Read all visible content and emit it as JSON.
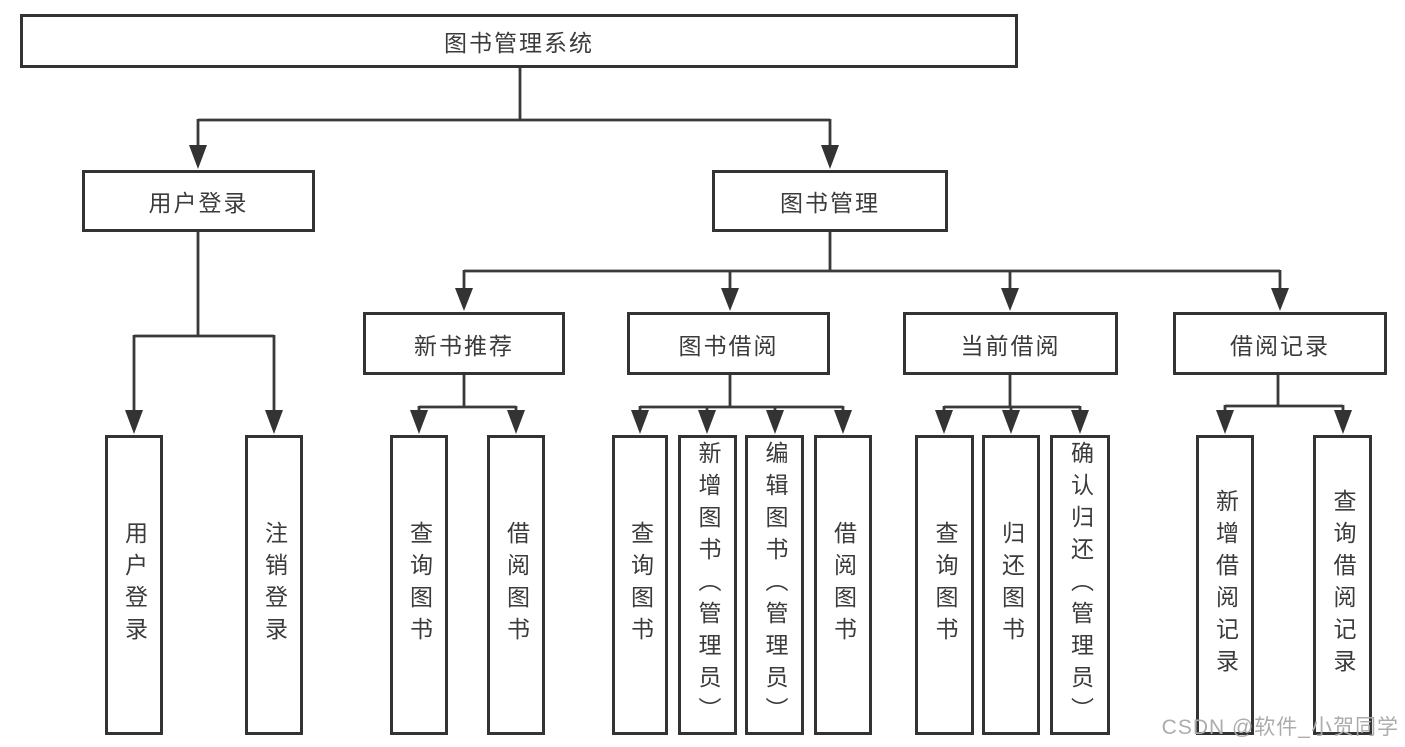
{
  "tree": {
    "root": {
      "label": "图书管理系统"
    },
    "branches": [
      {
        "label": "用户登录",
        "children": [
          {
            "label": "用户登录"
          },
          {
            "label": "注销登录"
          }
        ]
      },
      {
        "label": "图书管理",
        "children": [
          {
            "label": "新书推荐",
            "children": [
              {
                "label": "查询图书"
              },
              {
                "label": "借阅图书"
              }
            ]
          },
          {
            "label": "图书借阅",
            "children": [
              {
                "label": "查询图书"
              },
              {
                "label": "新增图书（管理员）"
              },
              {
                "label": "编辑图书（管理员）"
              },
              {
                "label": "借阅图书"
              }
            ]
          },
          {
            "label": "当前借阅",
            "children": [
              {
                "label": "查询图书"
              },
              {
                "label": "归还图书"
              },
              {
                "label": "确认归还（管理员）"
              }
            ]
          },
          {
            "label": "借阅记录",
            "children": [
              {
                "label": "新增借阅记录"
              },
              {
                "label": "查询借阅记录"
              }
            ]
          }
        ]
      }
    ]
  },
  "watermark": {
    "text": "CSDN @软件_小贺同学",
    "color": "#acacac"
  },
  "colors": {
    "line": "#3a3a3a",
    "box_border": "#333333",
    "box_background": "#ffffff",
    "text": "#3b3b3b",
    "page_background": "#ffffff"
  }
}
